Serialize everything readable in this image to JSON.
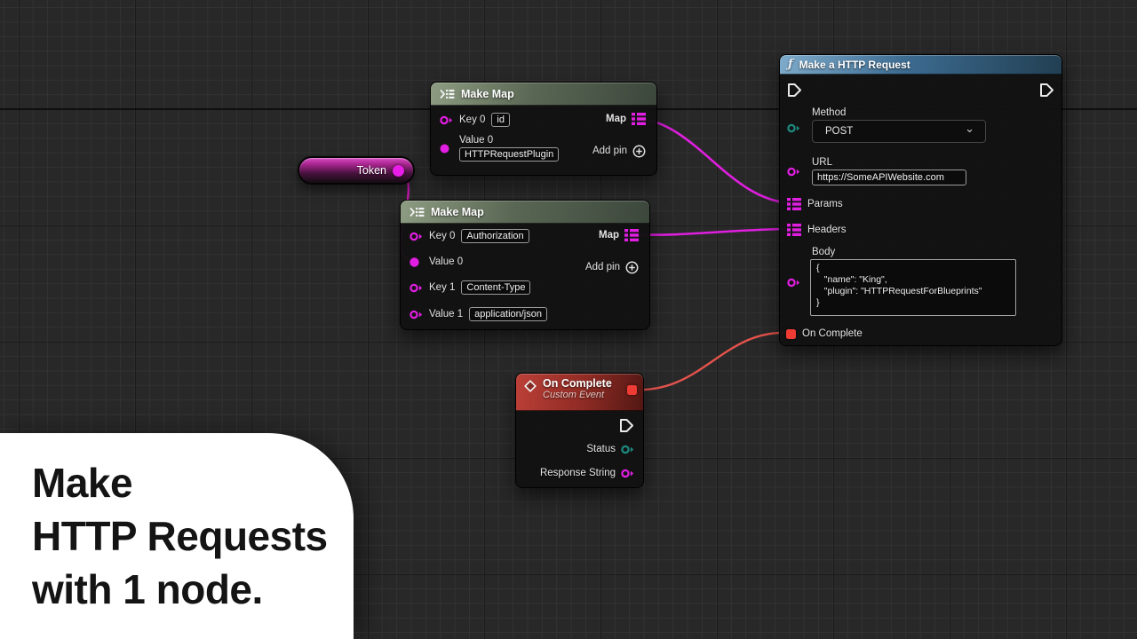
{
  "colors": {
    "wire_pink": "#df1fdf",
    "wire_red": "#e4534c",
    "pin_magenta": "#e21ee2",
    "pin_teal": "#1d8a80",
    "pin_red": "#ee3b33",
    "exec_white": "#e9e9e9",
    "header_green": "#5a6754",
    "header_blue": "#3c6b90",
    "header_red": "#8e2b24"
  },
  "icons": {
    "function_glyph": "ƒ",
    "chevron_glyph": "⌄",
    "make_map_icon": "chevron-list",
    "custom_event_icon": "diamond",
    "map_pin_icon": "grid-rows",
    "add_pin_icon": "circled-plus",
    "exec_pin_icon": "arrow-pentagon",
    "delegate_pin_icon": "red-square"
  },
  "nodes": {
    "make_map_params": {
      "title": "Make Map",
      "key0_label": "Key 0",
      "key0_value": "id",
      "value0_label": "Value 0",
      "value0_value": "HTTPRequestPlugin",
      "map_label": "Map",
      "add_pin_label": "Add pin"
    },
    "token": {
      "label": "Token"
    },
    "make_map_headers": {
      "title": "Make Map",
      "key0_label": "Key 0",
      "key0_value": "Authorization",
      "value0_label": "Value 0",
      "key1_label": "Key 1",
      "key1_value": "Content-Type",
      "value1_label": "Value 1",
      "value1_value": "application/json",
      "map_label": "Map",
      "add_pin_label": "Add pin"
    },
    "http_request": {
      "title": "Make a HTTP Request",
      "method_label": "Method",
      "method_value": "POST",
      "url_label": "URL",
      "url_value": "https://SomeAPIWebsite.com",
      "params_label": "Params",
      "headers_label": "Headers",
      "body_label": "Body",
      "body_value": "{\n   \"name\": \"King\",\n   \"plugin\": \"HTTPRequestForBlueprints\"\n}",
      "on_complete_label": "On Complete"
    },
    "on_complete_event": {
      "title": "On Complete",
      "subtitle": "Custom Event",
      "status_label": "Status",
      "response_label": "Response String"
    }
  },
  "overlay": {
    "line1": "Make",
    "line2": "HTTP Requests",
    "line3": "with 1 node."
  }
}
